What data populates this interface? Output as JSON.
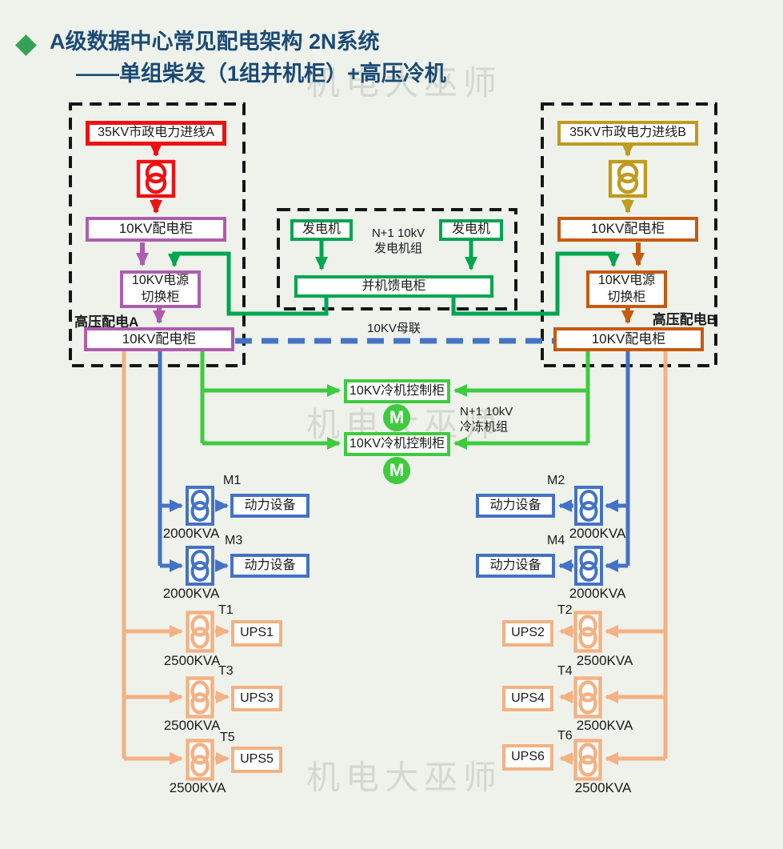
{
  "title": {
    "line1": "A级数据中心常见配电架构 2N系统",
    "line2": "——单组柴发（1组并机柜）+高压冷机"
  },
  "watermark": "机电大巫师",
  "icons": {
    "title_bullet": "diamond",
    "transformer": "two-overlapping-circles-in-box",
    "motor": "M-in-circle"
  },
  "colors": {
    "bg": "#eef2eb",
    "titleblue": "#1b4a75",
    "bulletgreen": "#36a257",
    "red": "#ee1111",
    "purple": "#ae5dae",
    "gold": "#bf9b1e",
    "dkor": "#c55a11",
    "emerald": "#00a550",
    "green": "#3ecb3e",
    "blue": "#4472c4",
    "peach": "#f4b183",
    "ink": "#151515"
  },
  "side_a": {
    "incoming": "35KV市政电力进线A",
    "switchgear": "10KV配电柜",
    "transfer_line1": "10KV电源",
    "transfer_line2": "切换柜",
    "group_label": "高压配电A",
    "bus_cabinet": "10KV配电柜"
  },
  "side_b": {
    "incoming": "35KV市政电力进线B",
    "switchgear": "10KV配电柜",
    "transfer_line1": "10KV电源",
    "transfer_line2": "切换柜",
    "group_label": "高压配电B",
    "bus_cabinet": "10KV配电柜"
  },
  "genset": {
    "gen_left": "发电机",
    "gen_right": "发电机",
    "note_line1": "N+1 10kV",
    "note_line2": "发电机组",
    "paralleling_cabinet": "并机馈电柜"
  },
  "bus_tie_label": "10KV母联",
  "chiller": {
    "cabinet_top": "10KV冷机控制柜",
    "cabinet_bottom": "10KV冷机控制柜",
    "motor_symbol": "M",
    "note_line1": "N+1 10kV",
    "note_line2": "冷冻机组"
  },
  "mech_a": [
    {
      "id": "M1",
      "load": "动力设备",
      "kva": "2000KVA"
    },
    {
      "id": "M3",
      "load": "动力设备",
      "kva": "2000KVA"
    }
  ],
  "mech_b": [
    {
      "id": "M2",
      "load": "动力设备",
      "kva": "2000KVA"
    },
    {
      "id": "M4",
      "load": "动力设备",
      "kva": "2000KVA"
    }
  ],
  "ups_a": [
    {
      "id": "T1",
      "load": "UPS1",
      "kva": "2500KVA"
    },
    {
      "id": "T3",
      "load": "UPS3",
      "kva": "2500KVA"
    },
    {
      "id": "T5",
      "load": "UPS5",
      "kva": "2500KVA"
    }
  ],
  "ups_b": [
    {
      "id": "T2",
      "load": "UPS2",
      "kva": "2500KVA"
    },
    {
      "id": "T4",
      "load": "UPS4",
      "kva": "2500KVA"
    },
    {
      "id": "T6",
      "load": "UPS6",
      "kva": "2500KVA"
    }
  ]
}
